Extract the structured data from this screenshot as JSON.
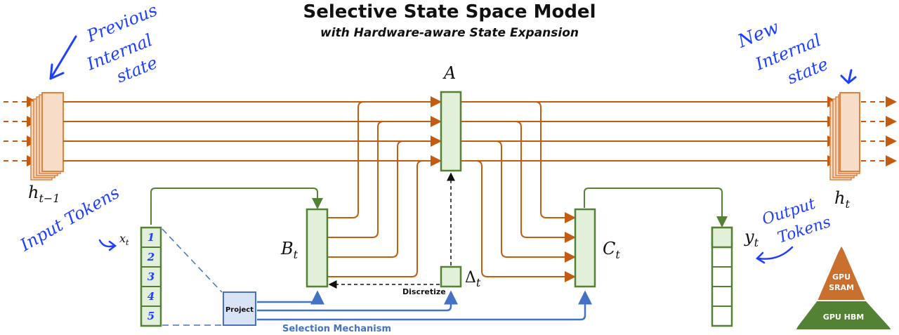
{
  "title": "Selective State Space Model",
  "subtitle": "with Hardware-aware State Expansion",
  "labels": {
    "h_prev": "h",
    "h_prev_sub": "t−1",
    "h_new": "h",
    "h_new_sub": "t",
    "A": "A",
    "B": "B",
    "B_sub": "t",
    "C": "C",
    "C_sub": "t",
    "delta": "Δ",
    "delta_sub": "t",
    "x": "x",
    "x_sub": "t",
    "y": "y",
    "y_sub": "t",
    "project": "Project",
    "discretize": "Discretize",
    "selection": "Selection Mechanism"
  },
  "input_tokens": [
    "1",
    "2",
    "3",
    "4",
    "5"
  ],
  "pyramid": {
    "top_line1": "GPU",
    "top_line2": "SRAM",
    "bottom": "GPU HBM"
  },
  "handwritten": {
    "prev_line1": "Previous",
    "prev_line2": "Internal",
    "prev_line3": "state",
    "new_line1": "New",
    "new_line2": "Internal",
    "new_line3": "state",
    "input": "Input Tokens",
    "output_line1": "Output",
    "output_line2": "Tokens"
  },
  "colors": {
    "state_fill": "#f7dcc8",
    "state_stroke": "#e0813e",
    "arrow_orange": "#c55a11",
    "green_fill": "#e2efd9",
    "green_stroke": "#548235",
    "blue": "#4472c4",
    "project_fill": "#dae3f3",
    "ink": "#1f3fff",
    "pyramid_top": "#c9702e",
    "pyramid_bottom": "#548235"
  }
}
